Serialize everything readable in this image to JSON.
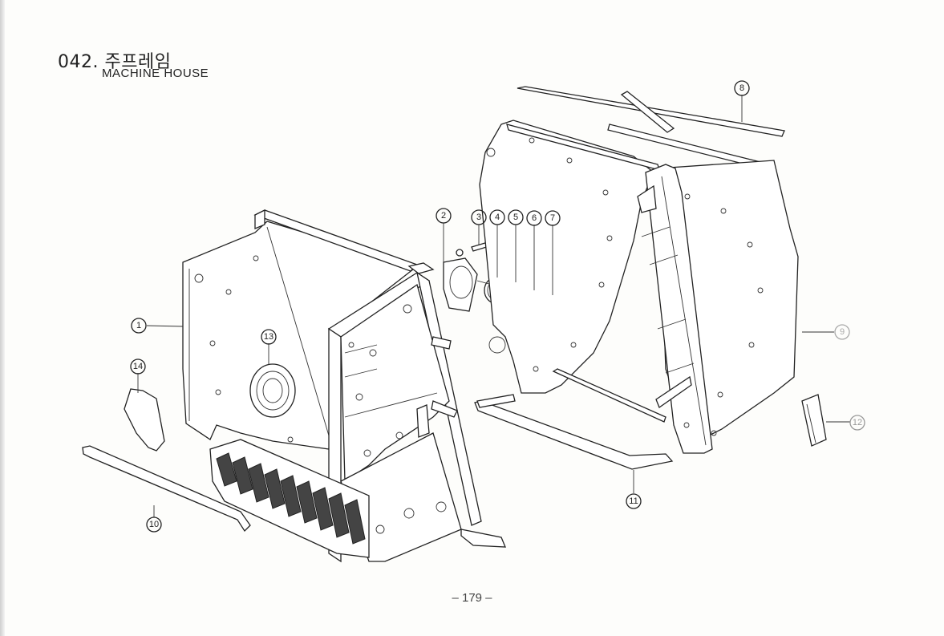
{
  "document": {
    "section_title": "042. 주프레임",
    "section_subtitle": "MACHINE HOUSE",
    "page_number": "– 179 –"
  },
  "callouts": [
    {
      "id": "1",
      "label": "1"
    },
    {
      "id": "2",
      "label": "2"
    },
    {
      "id": "3",
      "label": "3"
    },
    {
      "id": "4",
      "label": "4"
    },
    {
      "id": "5",
      "label": "5"
    },
    {
      "id": "6",
      "label": "6"
    },
    {
      "id": "7",
      "label": "7"
    },
    {
      "id": "8",
      "label": "8"
    },
    {
      "id": "9",
      "label": "9"
    },
    {
      "id": "10",
      "label": "10"
    },
    {
      "id": "11",
      "label": "11"
    },
    {
      "id": "12",
      "label": "12"
    },
    {
      "id": "13",
      "label": "13"
    },
    {
      "id": "14",
      "label": "14"
    }
  ]
}
